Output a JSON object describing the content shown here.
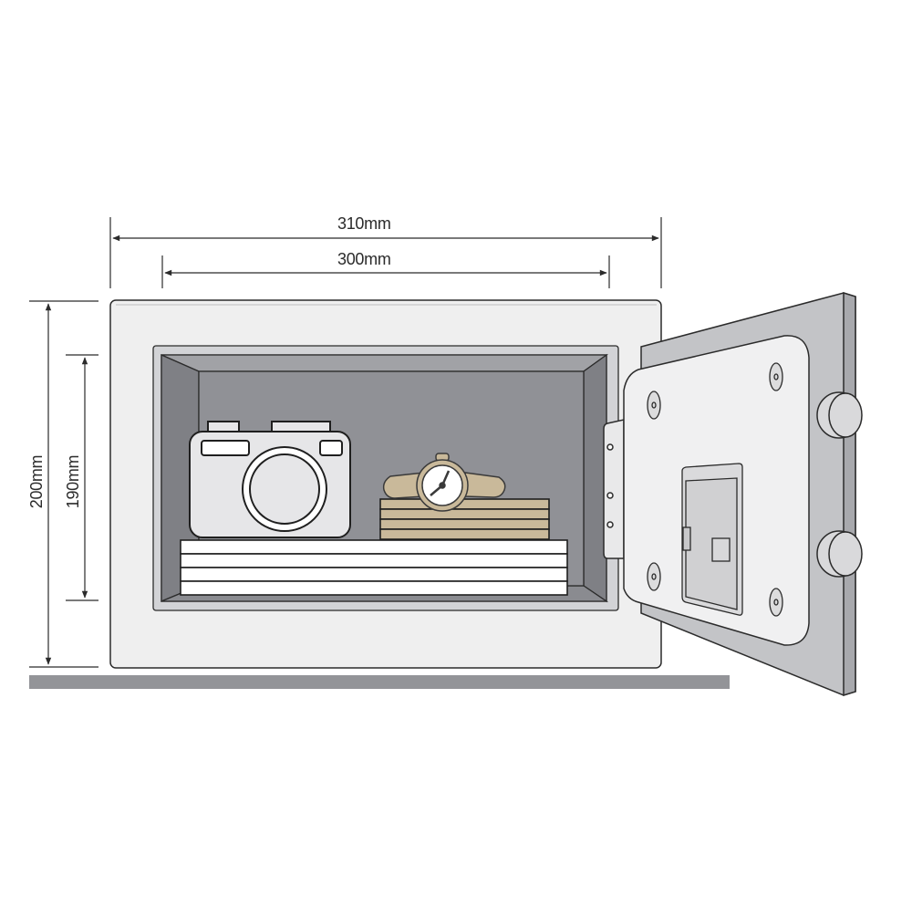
{
  "diagram": {
    "subject": "Safe with open door, internal and external dimensions",
    "dimensions": {
      "external_width": "310mm",
      "internal_width": "300mm",
      "external_height": "200mm",
      "internal_height": "190mm"
    },
    "contents": [
      "camera",
      "watch",
      "jewelry boxes",
      "documents stack"
    ],
    "door_features": [
      "hinge",
      "locking bolts",
      "keypad panel",
      "mounting screws"
    ]
  },
  "colors": {
    "body": "#efefef",
    "interior": "#909196",
    "interior_dark": "#7f8085",
    "rim": "#c9cacd",
    "floor": "#939498",
    "stroke": "#2b2b2b",
    "tan": "#c9b99a",
    "camera": "#e6e6e8"
  }
}
